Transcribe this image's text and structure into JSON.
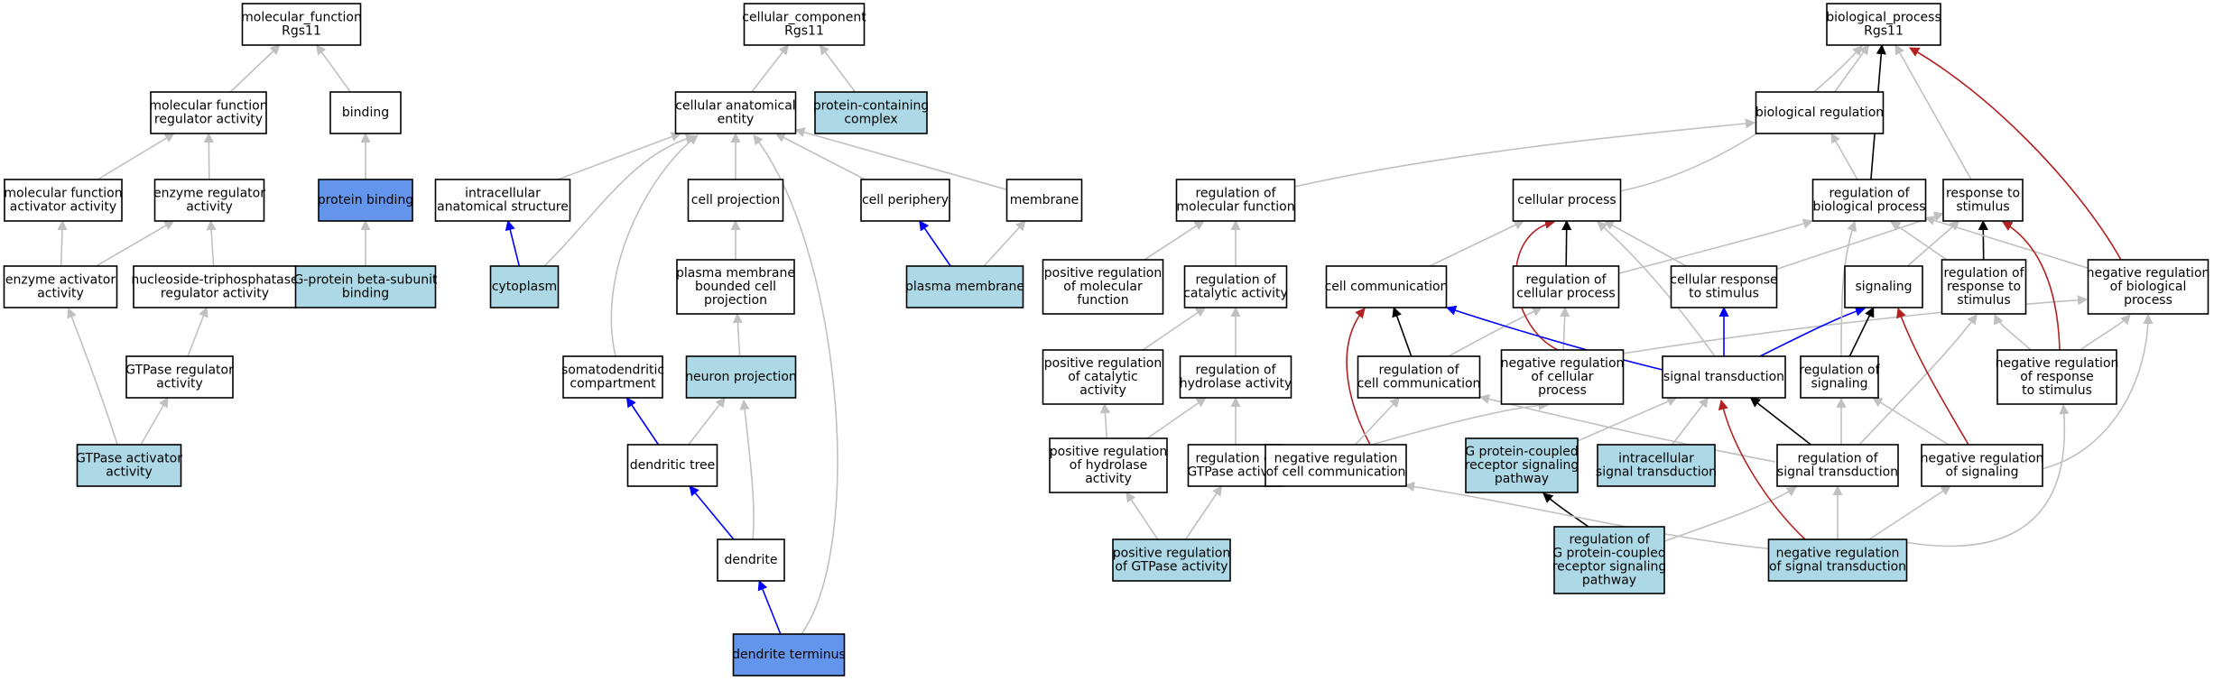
{
  "colors": {
    "plain": "#ffffff",
    "annotated": "#add8e6",
    "direct": "#6495ed",
    "is_a": "#c0c0c0",
    "part_of": "#0000ff",
    "regulates": "#000000",
    "negatively_regulates": "#b22222"
  },
  "nodes": {
    "mf": {
      "label": [
        "molecular_function",
        "Rgs11"
      ],
      "kind": "plain"
    },
    "mfra": {
      "label": [
        "molecular function",
        "regulator activity"
      ],
      "kind": "plain"
    },
    "binding": {
      "label": [
        "binding"
      ],
      "kind": "plain"
    },
    "mfaa": {
      "label": [
        "molecular function",
        "activator activity"
      ],
      "kind": "plain"
    },
    "era": {
      "label": [
        "enzyme regulator",
        "activity"
      ],
      "kind": "plain"
    },
    "pbind": {
      "label": [
        "protein binding"
      ],
      "kind": "direct"
    },
    "eaa": {
      "label": [
        "enzyme activator",
        "activity"
      ],
      "kind": "plain"
    },
    "ntra": {
      "label": [
        "nucleoside-triphosphatase",
        "regulator activity"
      ],
      "kind": "plain"
    },
    "gpbb": {
      "label": [
        "G-protein beta-subunit",
        "binding"
      ],
      "kind": "annotated"
    },
    "gtpra": {
      "label": [
        "GTPase regulator",
        "activity"
      ],
      "kind": "plain"
    },
    "gtpaa": {
      "label": [
        "GTPase activator",
        "activity"
      ],
      "kind": "annotated"
    },
    "cc": {
      "label": [
        "cellular_component",
        "Rgs11"
      ],
      "kind": "plain"
    },
    "cae": {
      "label": [
        "cellular anatomical",
        "entity"
      ],
      "kind": "plain"
    },
    "pcc": {
      "label": [
        "protein-containing",
        "complex"
      ],
      "kind": "annotated"
    },
    "ias": {
      "label": [
        "intracellular",
        "anatomical structure"
      ],
      "kind": "plain"
    },
    "cproj": {
      "label": [
        "cell projection"
      ],
      "kind": "plain"
    },
    "cper": {
      "label": [
        "cell periphery"
      ],
      "kind": "plain"
    },
    "memb": {
      "label": [
        "membrane"
      ],
      "kind": "plain"
    },
    "cyto": {
      "label": [
        "cytoplasm"
      ],
      "kind": "annotated"
    },
    "pmbcp": {
      "label": [
        "plasma membrane",
        "bounded cell",
        "projection"
      ],
      "kind": "plain"
    },
    "pm": {
      "label": [
        "plasma membrane"
      ],
      "kind": "annotated"
    },
    "sdc": {
      "label": [
        "somatodendritic",
        "compartment"
      ],
      "kind": "plain"
    },
    "nproj": {
      "label": [
        "neuron projection"
      ],
      "kind": "annotated"
    },
    "dtree": {
      "label": [
        "dendritic tree"
      ],
      "kind": "plain"
    },
    "dend": {
      "label": [
        "dendrite"
      ],
      "kind": "plain"
    },
    "dterm": {
      "label": [
        "dendrite terminus"
      ],
      "kind": "direct"
    },
    "bp": {
      "label": [
        "biological_process",
        "Rgs11"
      ],
      "kind": "plain"
    },
    "breg": {
      "label": [
        "biological regulation"
      ],
      "kind": "plain"
    },
    "rmf": {
      "label": [
        "regulation of",
        "molecular function"
      ],
      "kind": "plain"
    },
    "cellp": {
      "label": [
        "cellular process"
      ],
      "kind": "plain"
    },
    "rbp": {
      "label": [
        "regulation of",
        "biological process"
      ],
      "kind": "plain"
    },
    "rts": {
      "label": [
        "response to",
        "stimulus"
      ],
      "kind": "plain"
    },
    "prmf": {
      "label": [
        "positive regulation",
        "of molecular",
        "function"
      ],
      "kind": "plain"
    },
    "rca": {
      "label": [
        "regulation of",
        "catalytic activity"
      ],
      "kind": "plain"
    },
    "ccomm": {
      "label": [
        "cell communication"
      ],
      "kind": "plain"
    },
    "rcp": {
      "label": [
        "regulation of",
        "cellular process"
      ],
      "kind": "plain"
    },
    "crs": {
      "label": [
        "cellular response",
        "to stimulus"
      ],
      "kind": "plain"
    },
    "sig": {
      "label": [
        "signaling"
      ],
      "kind": "plain"
    },
    "rrs": {
      "label": [
        "regulation of",
        "response to",
        "stimulus"
      ],
      "kind": "plain"
    },
    "nrbp": {
      "label": [
        "negative regulation",
        "of biological",
        "process"
      ],
      "kind": "plain"
    },
    "prca": {
      "label": [
        "positive regulation",
        "of catalytic",
        "activity"
      ],
      "kind": "plain"
    },
    "rha": {
      "label": [
        "regulation of",
        "hydrolase activity"
      ],
      "kind": "plain"
    },
    "rcc": {
      "label": [
        "regulation of",
        "cell communication"
      ],
      "kind": "plain"
    },
    "nrcp": {
      "label": [
        "negative regulation",
        "of cellular",
        "process"
      ],
      "kind": "plain"
    },
    "st": {
      "label": [
        "signal transduction"
      ],
      "kind": "plain"
    },
    "rsig": {
      "label": [
        "regulation of",
        "signaling"
      ],
      "kind": "plain"
    },
    "nrrs": {
      "label": [
        "negative regulation",
        "of response",
        "to stimulus"
      ],
      "kind": "plain"
    },
    "prha": {
      "label": [
        "positive regulation",
        "of hydrolase",
        "activity"
      ],
      "kind": "plain"
    },
    "rgtpa": {
      "label": [
        "regulation of",
        "GTPase activity"
      ],
      "kind": "plain"
    },
    "nrcc": {
      "label": [
        "negative regulation",
        "of cell communication"
      ],
      "kind": "plain"
    },
    "gpcr": {
      "label": [
        "G protein-coupled",
        "receptor signaling",
        "pathway"
      ],
      "kind": "annotated"
    },
    "ist": {
      "label": [
        "intracellular",
        "signal transduction"
      ],
      "kind": "annotated"
    },
    "rst": {
      "label": [
        "regulation of",
        "signal transduction"
      ],
      "kind": "plain"
    },
    "nrsig": {
      "label": [
        "negative regulation",
        "of signaling"
      ],
      "kind": "plain"
    },
    "prgtpa": {
      "label": [
        "positive regulation",
        "of GTPase activity"
      ],
      "kind": "annotated"
    },
    "rgpcr": {
      "label": [
        "regulation of",
        "G protein-coupled",
        "receptor signaling",
        "pathway"
      ],
      "kind": "annotated"
    },
    "nrst": {
      "label": [
        "negative regulation",
        "of signal transduction"
      ],
      "kind": "annotated"
    }
  },
  "edges": [
    {
      "from": "mfra",
      "to": "mf",
      "type": "is_a"
    },
    {
      "from": "binding",
      "to": "mf",
      "type": "is_a"
    },
    {
      "from": "mfaa",
      "to": "mfra",
      "type": "is_a"
    },
    {
      "from": "era",
      "to": "mfra",
      "type": "is_a"
    },
    {
      "from": "pbind",
      "to": "binding",
      "type": "is_a"
    },
    {
      "from": "eaa",
      "to": "mfaa",
      "type": "is_a"
    },
    {
      "from": "eaa",
      "to": "era",
      "type": "is_a"
    },
    {
      "from": "ntra",
      "to": "era",
      "type": "is_a"
    },
    {
      "from": "gpbb",
      "to": "pbind",
      "type": "is_a"
    },
    {
      "from": "gtpra",
      "to": "ntra",
      "type": "is_a"
    },
    {
      "from": "gtpaa",
      "to": "eaa",
      "type": "is_a"
    },
    {
      "from": "gtpaa",
      "to": "gtpra",
      "type": "is_a"
    },
    {
      "from": "cae",
      "to": "cc",
      "type": "is_a"
    },
    {
      "from": "pcc",
      "to": "cc",
      "type": "is_a"
    },
    {
      "from": "ias",
      "to": "cae",
      "type": "is_a"
    },
    {
      "from": "cproj",
      "to": "cae",
      "type": "is_a"
    },
    {
      "from": "cper",
      "to": "cae",
      "type": "is_a"
    },
    {
      "from": "memb",
      "to": "cae",
      "type": "is_a"
    },
    {
      "from": "cyto",
      "to": "cae",
      "type": "is_a"
    },
    {
      "from": "cyto",
      "to": "ias",
      "type": "part_of"
    },
    {
      "from": "pmbcp",
      "to": "cproj",
      "type": "is_a"
    },
    {
      "from": "pm",
      "to": "cper",
      "type": "part_of"
    },
    {
      "from": "pm",
      "to": "memb",
      "type": "is_a"
    },
    {
      "from": "sdc",
      "to": "cae",
      "type": "is_a"
    },
    {
      "from": "nproj",
      "to": "pmbcp",
      "type": "is_a"
    },
    {
      "from": "dtree",
      "to": "sdc",
      "type": "part_of"
    },
    {
      "from": "dtree",
      "to": "nproj",
      "type": "is_a"
    },
    {
      "from": "dend",
      "to": "dtree",
      "type": "part_of"
    },
    {
      "from": "dend",
      "to": "nproj",
      "type": "is_a"
    },
    {
      "from": "dterm",
      "to": "dend",
      "type": "part_of"
    },
    {
      "from": "dterm",
      "to": "cae",
      "type": "is_a"
    },
    {
      "from": "breg",
      "to": "bp",
      "type": "is_a"
    },
    {
      "from": "rbp",
      "to": "bp",
      "type": "regulates"
    },
    {
      "from": "rts",
      "to": "bp",
      "type": "is_a"
    },
    {
      "from": "nrbp",
      "to": "bp",
      "type": "negatively_regulates"
    },
    {
      "from": "cellp",
      "to": "bp",
      "type": "is_a"
    },
    {
      "from": "rmf",
      "to": "breg",
      "type": "is_a"
    },
    {
      "from": "rbp",
      "to": "breg",
      "type": "is_a"
    },
    {
      "from": "prmf",
      "to": "rmf",
      "type": "is_a"
    },
    {
      "from": "rca",
      "to": "rmf",
      "type": "is_a"
    },
    {
      "from": "ccomm",
      "to": "cellp",
      "type": "is_a"
    },
    {
      "from": "rcp",
      "to": "cellp",
      "type": "regulates"
    },
    {
      "from": "rcp",
      "to": "rbp",
      "type": "is_a"
    },
    {
      "from": "crs",
      "to": "cellp",
      "type": "is_a"
    },
    {
      "from": "crs",
      "to": "rts",
      "type": "is_a"
    },
    {
      "from": "sig",
      "to": "rts",
      "type": "is_a"
    },
    {
      "from": "rrs",
      "to": "rbp",
      "type": "is_a"
    },
    {
      "from": "rrs",
      "to": "rts",
      "type": "regulates"
    },
    {
      "from": "nrbp",
      "to": "rbp",
      "type": "is_a"
    },
    {
      "from": "prca",
      "to": "rca",
      "type": "is_a"
    },
    {
      "from": "rha",
      "to": "rca",
      "type": "is_a"
    },
    {
      "from": "rcc",
      "to": "ccomm",
      "type": "regulates"
    },
    {
      "from": "rcc",
      "to": "rcp",
      "type": "is_a"
    },
    {
      "from": "nrcp",
      "to": "cellp",
      "type": "negatively_regulates"
    },
    {
      "from": "nrcp",
      "to": "rcp",
      "type": "is_a"
    },
    {
      "from": "nrcp",
      "to": "nrbp",
      "type": "is_a"
    },
    {
      "from": "st",
      "to": "ccomm",
      "type": "part_of"
    },
    {
      "from": "st",
      "to": "crs",
      "type": "part_of"
    },
    {
      "from": "st",
      "to": "sig",
      "type": "part_of"
    },
    {
      "from": "st",
      "to": "cellp",
      "type": "is_a"
    },
    {
      "from": "rsig",
      "to": "sig",
      "type": "regulates"
    },
    {
      "from": "rsig",
      "to": "rbp",
      "type": "is_a"
    },
    {
      "from": "nrrs",
      "to": "rts",
      "type": "negatively_regulates"
    },
    {
      "from": "nrrs",
      "to": "rrs",
      "type": "is_a"
    },
    {
      "from": "nrrs",
      "to": "nrbp",
      "type": "is_a"
    },
    {
      "from": "prha",
      "to": "prca",
      "type": "is_a"
    },
    {
      "from": "prha",
      "to": "rha",
      "type": "is_a"
    },
    {
      "from": "rgtpa",
      "to": "rha",
      "type": "is_a"
    },
    {
      "from": "nrcc",
      "to": "ccomm",
      "type": "negatively_regulates"
    },
    {
      "from": "nrcc",
      "to": "rcc",
      "type": "is_a"
    },
    {
      "from": "nrcc",
      "to": "nrcp",
      "type": "is_a"
    },
    {
      "from": "gpcr",
      "to": "st",
      "type": "is_a"
    },
    {
      "from": "ist",
      "to": "st",
      "type": "is_a"
    },
    {
      "from": "rst",
      "to": "st",
      "type": "regulates"
    },
    {
      "from": "rst",
      "to": "rcc",
      "type": "is_a"
    },
    {
      "from": "rst",
      "to": "rsig",
      "type": "is_a"
    },
    {
      "from": "rst",
      "to": "rrs",
      "type": "is_a"
    },
    {
      "from": "nrsig",
      "to": "sig",
      "type": "negatively_regulates"
    },
    {
      "from": "nrsig",
      "to": "rsig",
      "type": "is_a"
    },
    {
      "from": "nrsig",
      "to": "nrbp",
      "type": "is_a"
    },
    {
      "from": "prgtpa",
      "to": "prha",
      "type": "is_a"
    },
    {
      "from": "prgtpa",
      "to": "rgtpa",
      "type": "is_a"
    },
    {
      "from": "rgpcr",
      "to": "gpcr",
      "type": "regulates"
    },
    {
      "from": "rgpcr",
      "to": "rst",
      "type": "is_a"
    },
    {
      "from": "nrst",
      "to": "st",
      "type": "negatively_regulates"
    },
    {
      "from": "nrst",
      "to": "rst",
      "type": "is_a"
    },
    {
      "from": "nrst",
      "to": "nrcc",
      "type": "is_a"
    },
    {
      "from": "nrst",
      "to": "nrsig",
      "type": "is_a"
    },
    {
      "from": "nrst",
      "to": "nrrs",
      "type": "is_a"
    }
  ]
}
